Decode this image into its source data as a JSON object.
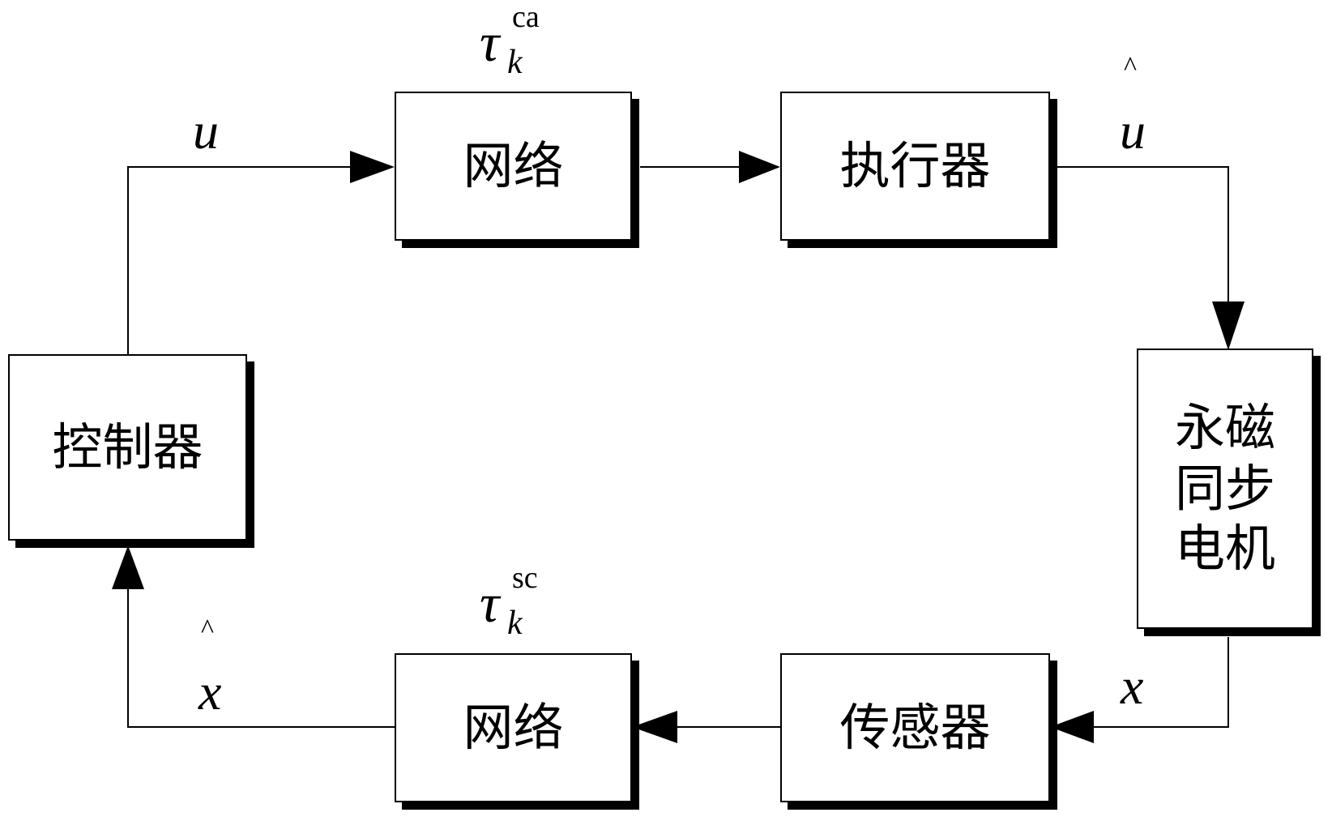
{
  "diagram": {
    "blocks": {
      "network_top": "网络",
      "actuator": "执行器",
      "motor_lines": [
        "永磁",
        "同步",
        "电机"
      ],
      "sensor": "传感器",
      "network_bottom": "网络",
      "controller": "控制器"
    },
    "signals": {
      "u": "u",
      "u_hat_base": "u",
      "u_hat_mark": "^",
      "x": "x",
      "x_hat_base": "x",
      "x_hat_mark": "^"
    },
    "delays": {
      "top": {
        "symbol": "τ",
        "subscript": "k",
        "superscript": "ca"
      },
      "bottom": {
        "symbol": "τ",
        "subscript": "k",
        "superscript": "sc"
      }
    }
  }
}
